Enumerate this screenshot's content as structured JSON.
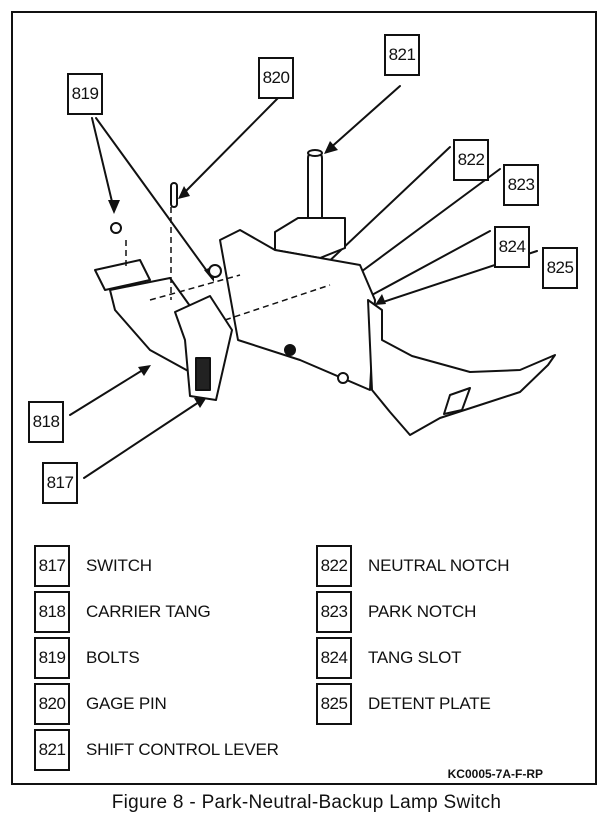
{
  "figure": {
    "caption": "Figure 8 - Park-Neutral-Backup Lamp Switch",
    "code": "KC0005-7A-F-RP"
  },
  "callouts": [
    {
      "id": "817",
      "part": "SWITCH"
    },
    {
      "id": "818",
      "part": "CARRIER TANG"
    },
    {
      "id": "819",
      "part": "BOLTS"
    },
    {
      "id": "820",
      "part": "GAGE PIN"
    },
    {
      "id": "821",
      "part": "SHIFT CONTROL LEVER"
    },
    {
      "id": "822",
      "part": "NEUTRAL NOTCH"
    },
    {
      "id": "823",
      "part": "PARK NOTCH"
    },
    {
      "id": "824",
      "part": "TANG SLOT"
    },
    {
      "id": "825",
      "part": "DETENT PLATE"
    }
  ]
}
